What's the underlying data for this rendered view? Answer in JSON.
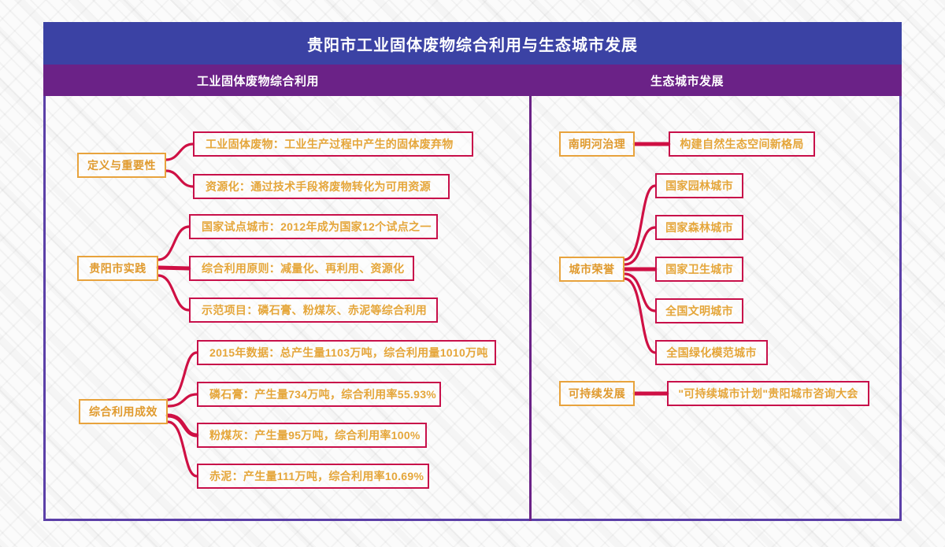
{
  "header": {
    "title": "贵阳市工业固体废物综合利用与生态城市发展",
    "columns": [
      {
        "label": "工业固体废物综合利用"
      },
      {
        "label": "生态城市发展"
      }
    ]
  },
  "colors": {
    "title_bar": "#3B42A4",
    "sub_bar": "#6B2287",
    "frame_border": "#5B3FA8",
    "parent_border": "#E8A33D",
    "parent_text": "#E09A2E",
    "child_border": "#C8104A",
    "child_text": "#E5A63A",
    "connector": "#CF1044"
  },
  "left_column": {
    "branches": [
      {
        "label": "定义与重要性",
        "children": [
          {
            "label": "工业固体废物：工业生产过程中产生的固体废弃物"
          },
          {
            "label": "资源化：通过技术手段将废物转化为可用资源"
          }
        ]
      },
      {
        "label": "贵阳市实践",
        "children": [
          {
            "label": "国家试点城市：2012年成为国家12个试点之一"
          },
          {
            "label": "综合利用原则：减量化、再利用、资源化"
          },
          {
            "label": "示范项目：磷石膏、粉煤灰、赤泥等综合利用"
          }
        ]
      },
      {
        "label": "综合利用成效",
        "children": [
          {
            "label": "2015年数据：总产生量1103万吨，综合利用量1010万吨"
          },
          {
            "label": "磷石膏：产生量734万吨，综合利用率55.93%"
          },
          {
            "label": "粉煤灰：产生量95万吨，综合利用率100%"
          },
          {
            "label": "赤泥：产生量111万吨，综合利用率10.69%"
          }
        ]
      }
    ]
  },
  "right_column": {
    "branches": [
      {
        "label": "南明河治理",
        "children": [
          {
            "label": "构建自然生态空间新格局"
          }
        ]
      },
      {
        "label": "城市荣誉",
        "children": [
          {
            "label": "国家园林城市"
          },
          {
            "label": "国家森林城市"
          },
          {
            "label": "国家卫生城市"
          },
          {
            "label": "全国文明城市"
          },
          {
            "label": "全国绿化模范城市"
          }
        ]
      },
      {
        "label": "可持续发展",
        "children": [
          {
            "label": "\"可持续城市计划\"贵阳城市咨询大会"
          }
        ]
      }
    ]
  }
}
